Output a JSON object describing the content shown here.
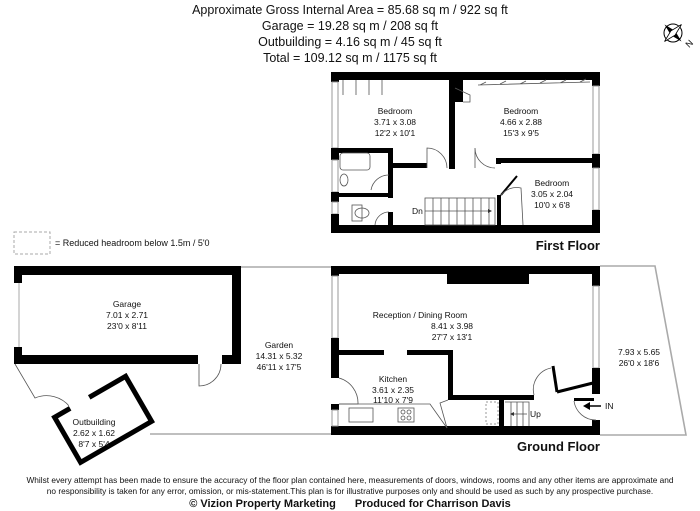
{
  "header": {
    "lines": [
      "Approximate Gross Internal Area = 85.68 sq m / 922 sq ft",
      "Garage = 19.28 sq m / 208 sq ft",
      "Outbuilding = 4.16 sq m / 45 sq ft",
      "Total = 109.12 sq m / 1175 sq ft"
    ]
  },
  "compass": {
    "icon": "compass-rose-icon",
    "label": "N"
  },
  "legend": {
    "text": "= Reduced headroom below 1.5m / 5'0"
  },
  "first_floor": {
    "label": "First Floor",
    "rooms": [
      {
        "name": "Bedroom",
        "metric": "3.71 x 3.08",
        "imperial": "12'2 x 10'1"
      },
      {
        "name": "Bedroom",
        "metric": "4.66 x 2.88",
        "imperial": "15'3 x 9'5"
      },
      {
        "name": "Bedroom",
        "metric": "3.05 x 2.04",
        "imperial": "10'0 x 6'8"
      }
    ],
    "stairs_label": "Dn"
  },
  "ground_floor": {
    "label": "Ground Floor",
    "rooms": [
      {
        "name": "Reception / Dining Room",
        "metric": "8.41 x 3.98",
        "imperial": "27'7 x 13'1"
      },
      {
        "name": "Kitchen",
        "metric": "3.61 x 2.35",
        "imperial": "11'10 x 7'9"
      },
      {
        "name": "",
        "metric": "7.93 x 5.65",
        "imperial": "26'0 x 18'6"
      }
    ],
    "stairs_label": "Up",
    "entrance_label": "IN"
  },
  "outside": {
    "garage": {
      "name": "Garage",
      "metric": "7.01 x 2.71",
      "imperial": "23'0 x 8'11"
    },
    "garden": {
      "name": "Garden",
      "metric": "14.31 x 5.32",
      "imperial": "46'11 x 17'5"
    },
    "outbuilding": {
      "name": "Outbuilding",
      "metric": "2.62 x 1.62",
      "imperial": "8'7 x 5'4"
    }
  },
  "footer": {
    "disclaimer_1": "Whilst every attempt has been made to ensure the accuracy of the floor plan contained here, measurements of doors, windows, rooms and any other items are approximate and",
    "disclaimer_2": "no responsibility is taken for any error, omission, or mis-statement.This plan is for illustrative purposes only and should be used as such by any prospective purchase.",
    "copyright": "© Vizion Property Marketing",
    "produced_for": "Produced for Charrison Davis"
  }
}
